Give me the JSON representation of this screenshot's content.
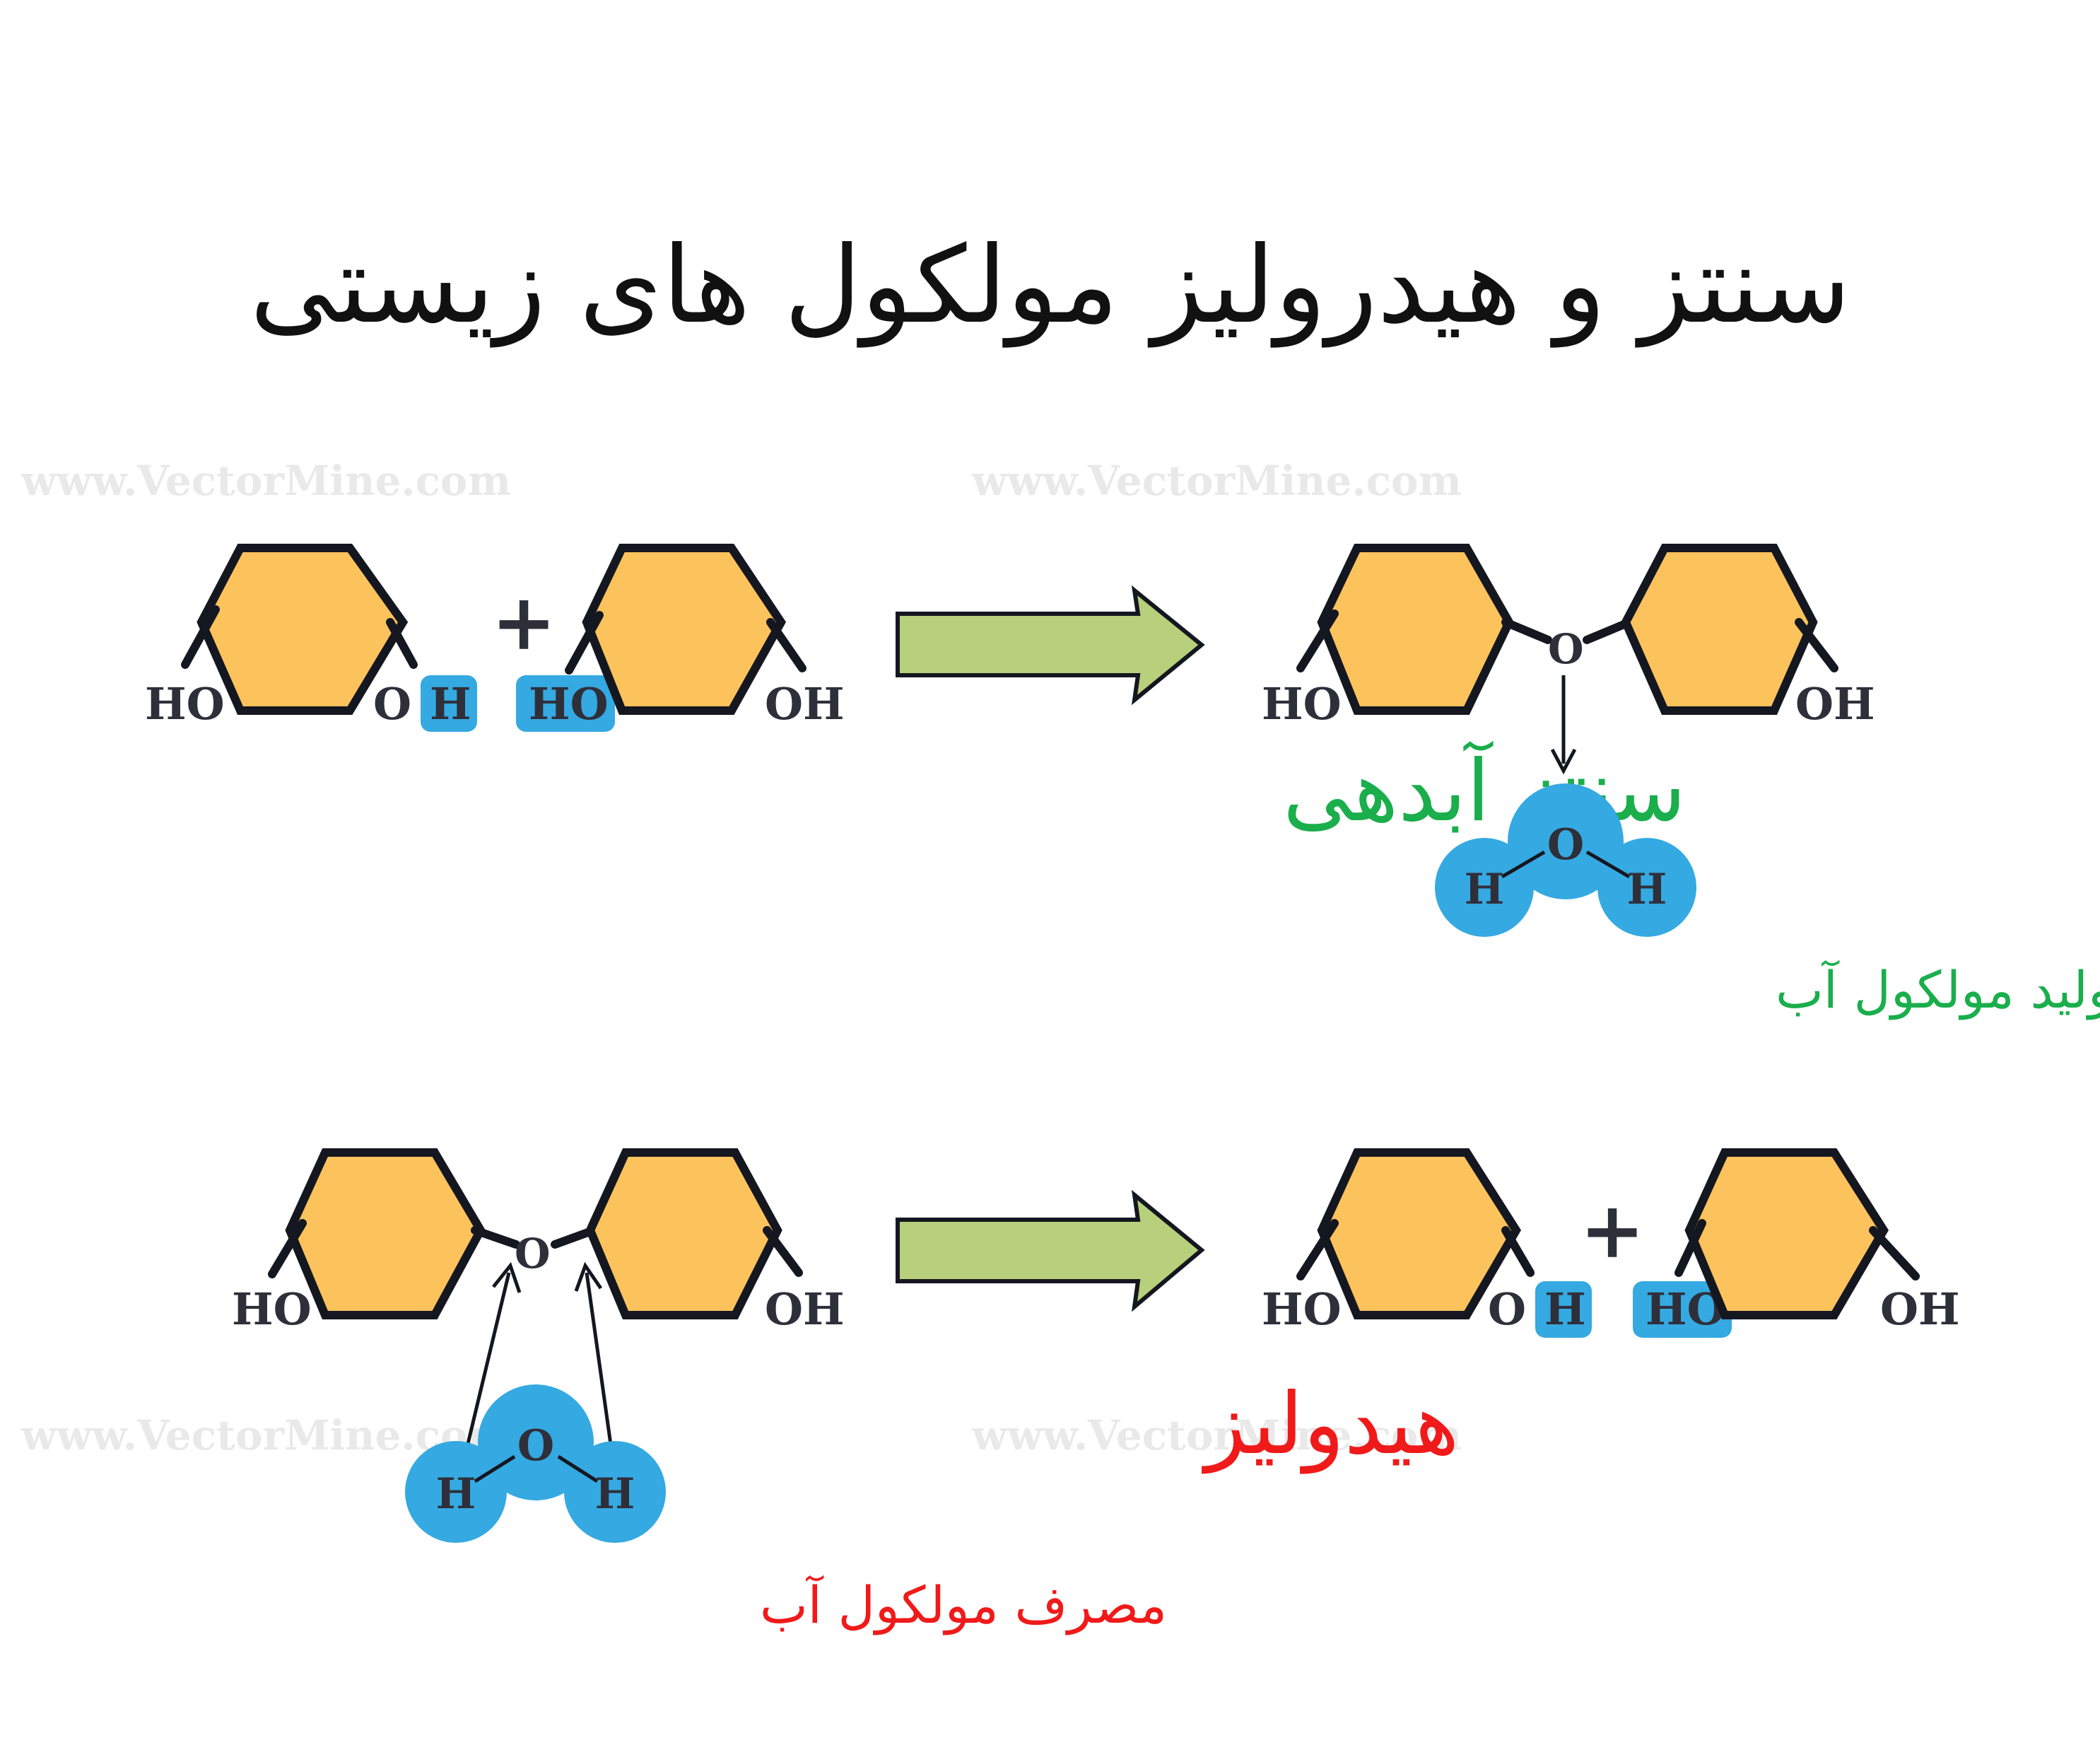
{
  "title": "سنتز و هیدرولیز مولکول های زیستی",
  "watermark": "www.VectorMine.com",
  "synthesis": {
    "label": "سنتز آبدهی",
    "caption": "تولید مولکول آب",
    "label_color": "#1aae4c"
  },
  "hydrolysis": {
    "label": "هیدولیز",
    "caption": "مصرف مولکول آب",
    "label_color": "#f01a1a"
  },
  "chem": {
    "ho": "HO",
    "oh": "OH",
    "o": "O",
    "h": "H",
    "plus": "+"
  },
  "colors": {
    "ring_fill": "#fcc25c",
    "water_blue": "#35a9e1",
    "arrow_fill": "#b8cf7c",
    "line": "#141720"
  }
}
